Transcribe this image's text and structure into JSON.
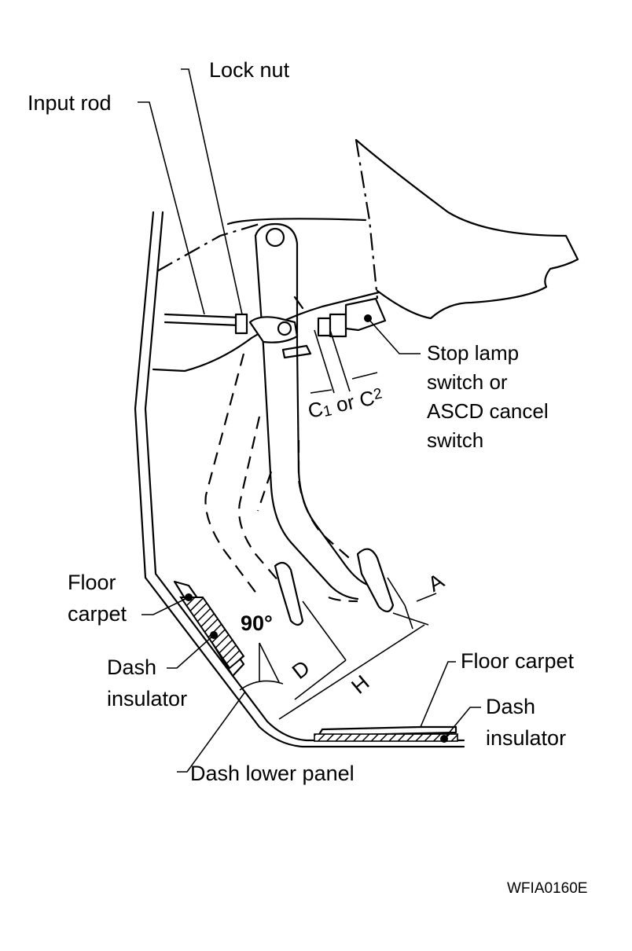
{
  "labels": {
    "lock_nut": "Lock nut",
    "input_rod": "Input rod",
    "stop_lamp_line1": "Stop lamp",
    "stop_lamp_line2": "switch or",
    "stop_lamp_line3": "ASCD cancel",
    "stop_lamp_line4": "switch",
    "c_label_c1": "C",
    "c_label_sub1": "1",
    "c_label_or": " or C",
    "c_label_sub2": "2",
    "floor_carpet_left_1": "Floor",
    "floor_carpet_left_2": "carpet",
    "dash_insulator_left_1": "Dash",
    "dash_insulator_left_2": "insulator",
    "angle": "90°",
    "dim_d": "D",
    "dim_h": "H",
    "dim_a": "A",
    "floor_carpet_right": "Floor carpet",
    "dash_insulator_right_1": "Dash",
    "dash_insulator_right_2": "insulator",
    "dash_lower_panel": "Dash lower panel",
    "figure_code": "WFIA0160E"
  }
}
